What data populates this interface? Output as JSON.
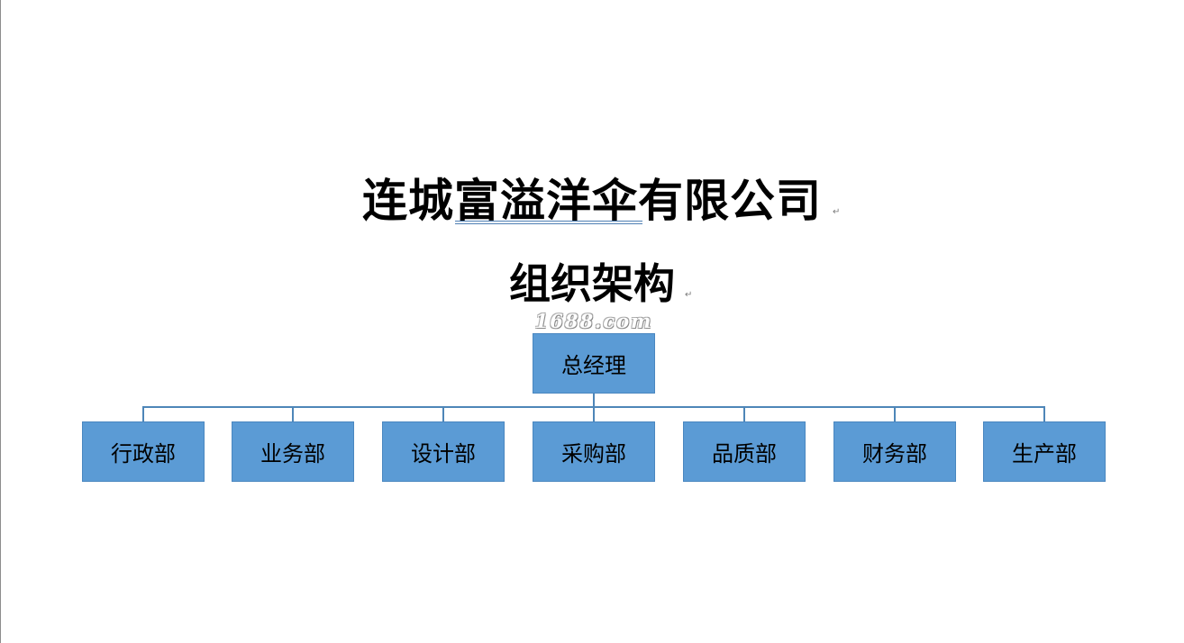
{
  "document": {
    "company_name": "连城富溢洋伞有限公司",
    "chart_title": "组织架构",
    "paragraph_mark": "↵"
  },
  "watermark": {
    "text": "1688.com"
  },
  "org_chart": {
    "root": {
      "label": "总经理"
    },
    "departments": [
      {
        "label": "行政部"
      },
      {
        "label": "业务部"
      },
      {
        "label": "设计部"
      },
      {
        "label": "采购部"
      },
      {
        "label": "品质部"
      },
      {
        "label": "财务部"
      },
      {
        "label": "生产部"
      }
    ]
  },
  "colors": {
    "box_fill": "#5b9bd5",
    "connector": "#4e86b8",
    "text": "#000000"
  }
}
